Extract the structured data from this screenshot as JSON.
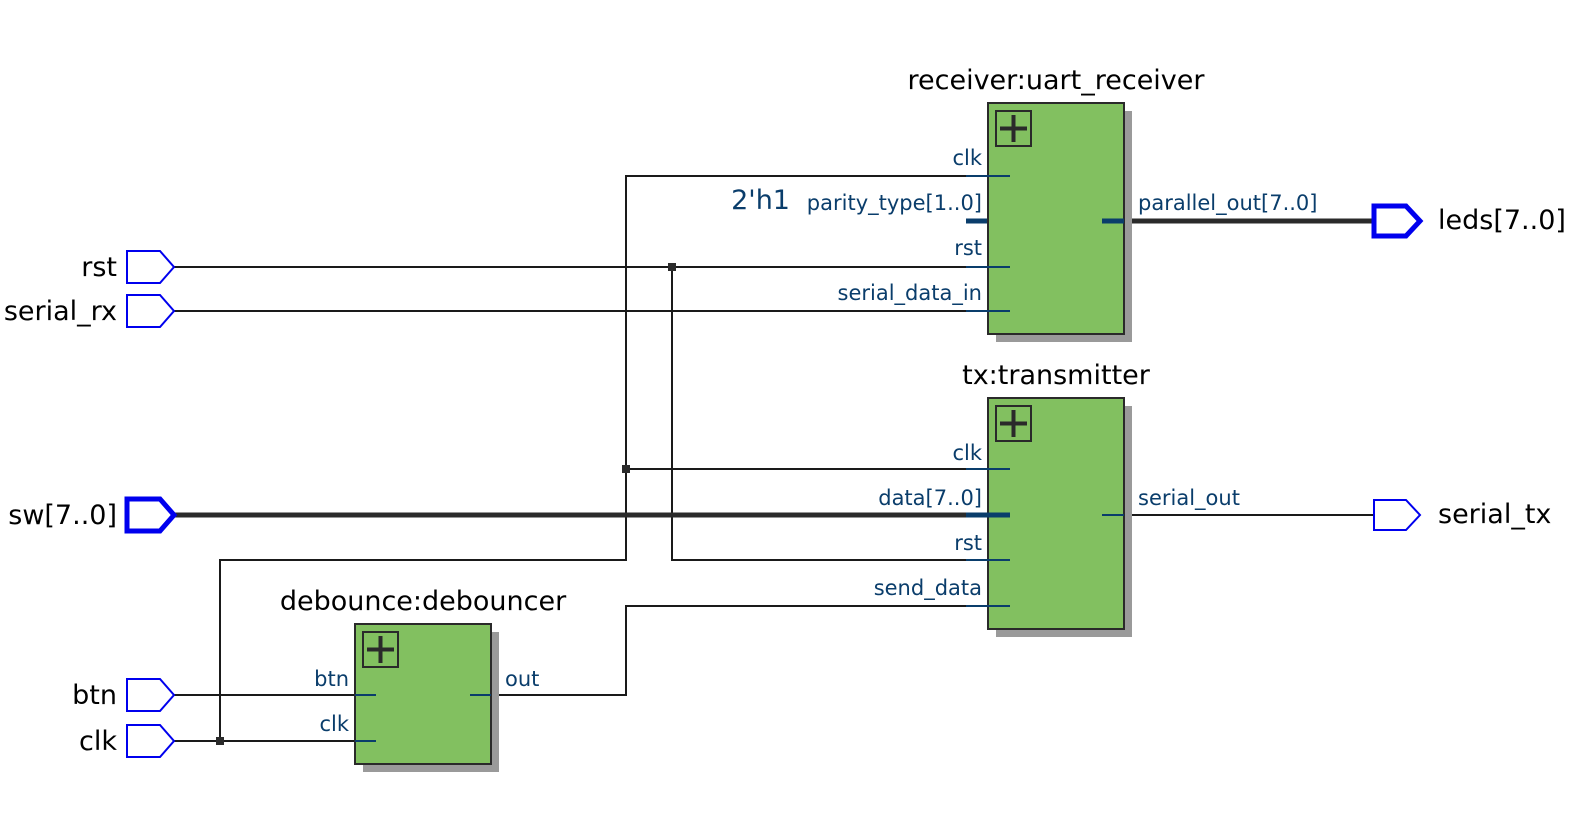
{
  "inputs": {
    "rst": "rst",
    "serial_rx": "serial_rx",
    "sw": "sw[7..0]",
    "btn": "btn",
    "clk": "clk"
  },
  "outputs": {
    "leds": "leds[7..0]",
    "serial_tx": "serial_tx"
  },
  "receiver": {
    "title": "receiver:uart_receiver",
    "pins": {
      "clk": "clk",
      "parity_type": "parity_type[1..0]",
      "rst": "rst",
      "serial_data_in": "serial_data_in",
      "parallel_out": "parallel_out[7..0]"
    },
    "constant": "2'h1"
  },
  "transmitter": {
    "title": "tx:transmitter",
    "pins": {
      "clk": "clk",
      "data": "data[7..0]",
      "rst": "rst",
      "send_data": "send_data",
      "serial_out": "serial_out"
    }
  },
  "debouncer": {
    "title": "debounce:debouncer",
    "pins": {
      "btn": "btn",
      "clk": "clk",
      "out": "out"
    }
  },
  "colors": {
    "block_fill": "#82c060",
    "port_outline": "#0000ee",
    "pin_text": "#0a3d6b"
  }
}
